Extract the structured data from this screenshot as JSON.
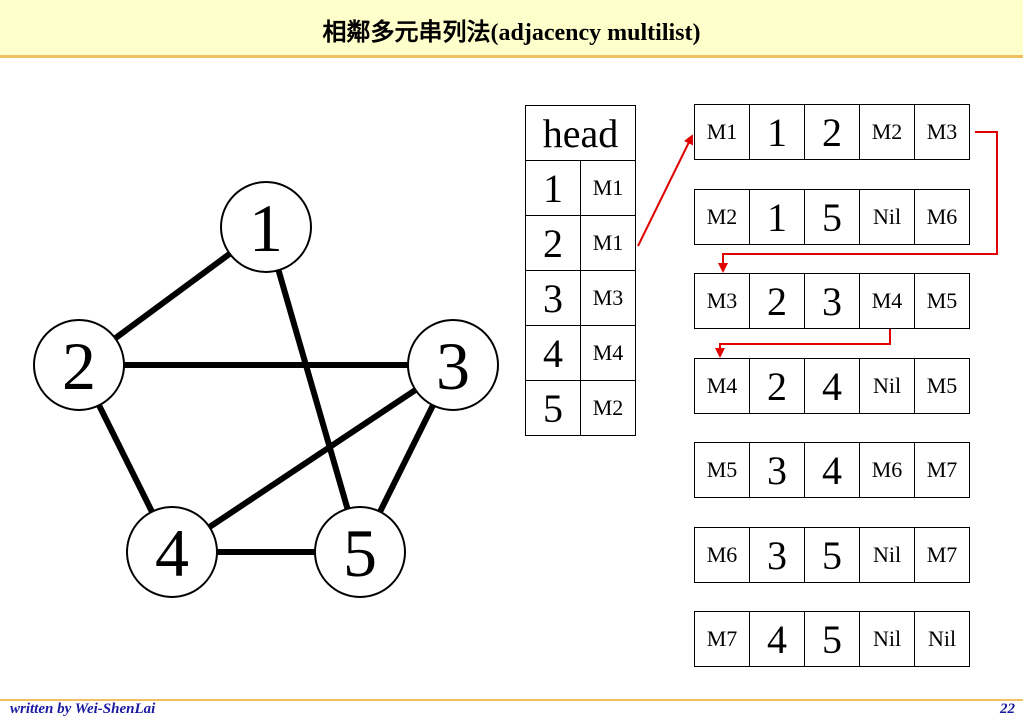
{
  "header": {
    "title": "相鄰多元串列法(adjacency multilist)"
  },
  "footer": {
    "author": "written by Wei-ShenLai",
    "page_number": "22"
  },
  "graph": {
    "vertices": [
      {
        "label": "1"
      },
      {
        "label": "2"
      },
      {
        "label": "3"
      },
      {
        "label": "4"
      },
      {
        "label": "5"
      }
    ],
    "edges": [
      [
        "1",
        "2"
      ],
      [
        "1",
        "5"
      ],
      [
        "2",
        "3"
      ],
      [
        "2",
        "4"
      ],
      [
        "3",
        "4"
      ],
      [
        "3",
        "5"
      ],
      [
        "4",
        "5"
      ]
    ]
  },
  "head_table": {
    "header": "head",
    "rows": [
      {
        "index": "1",
        "pointer": "M1"
      },
      {
        "index": "2",
        "pointer": "M1"
      },
      {
        "index": "3",
        "pointer": "M3"
      },
      {
        "index": "4",
        "pointer": "M4"
      },
      {
        "index": "5",
        "pointer": "M2"
      }
    ]
  },
  "nodes": [
    {
      "name": "M1",
      "v1": "1",
      "v2": "2",
      "link1": "M2",
      "link2": "M3"
    },
    {
      "name": "M2",
      "v1": "1",
      "v2": "5",
      "link1": "Nil",
      "link2": "M6"
    },
    {
      "name": "M3",
      "v1": "2",
      "v2": "3",
      "link1": "M4",
      "link2": "M5"
    },
    {
      "name": "M4",
      "v1": "2",
      "v2": "4",
      "link1": "Nil",
      "link2": "M5"
    },
    {
      "name": "M5",
      "v1": "3",
      "v2": "4",
      "link1": "M6",
      "link2": "M7"
    },
    {
      "name": "M6",
      "v1": "3",
      "v2": "5",
      "link1": "Nil",
      "link2": "M7"
    },
    {
      "name": "M7",
      "v1": "4",
      "v2": "5",
      "link1": "Nil",
      "link2": "Nil"
    }
  ],
  "colors": {
    "title_background": "#ffffcc",
    "rule": "#f0c060",
    "footer_text": "#1a1aa0",
    "arrow": "#e00000"
  }
}
